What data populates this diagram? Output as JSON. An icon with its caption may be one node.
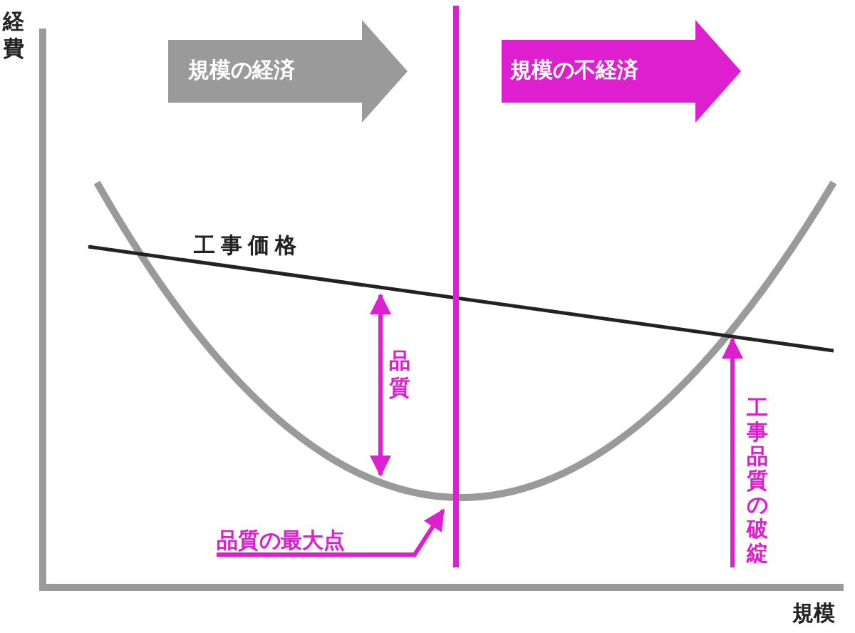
{
  "diagram": {
    "nodes": [
      {
        "text": [
          "規模の経済"
        ]
      },
      {
        "text": [
          "規模の不経済"
        ]
      },
      {
        "text": [
          "品質の最大点"
        ]
      },
      {
        "text": [
          "工事品質の破綻"
        ]
      }
    ],
    "edges": [
      {
        "from": 2,
        "to": null,
        "arrow": "to"
      },
      {
        "from": 3,
        "to": null,
        "arrow": "to"
      }
    ],
    "labels": [
      "経費",
      "工事価格",
      "品質",
      "規模"
    ]
  }
}
